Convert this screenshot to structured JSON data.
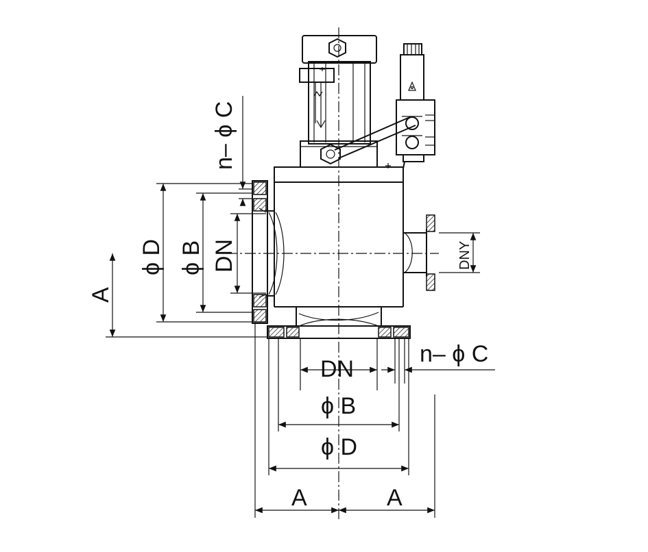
{
  "labels": {
    "n_phi_c_left": "n– ϕ C",
    "phi_d_left": "ϕ D",
    "phi_b_left": "ϕ B",
    "dn_left": "DN",
    "a_left": "A",
    "dny": "DNY",
    "n_phi_c_bottom": "n– ϕ C",
    "dn_bottom": "DN",
    "phi_b_bottom": "ϕ B",
    "phi_d_bottom": "ϕ D",
    "a_bottom_left": "A",
    "a_bottom_right": "A"
  }
}
